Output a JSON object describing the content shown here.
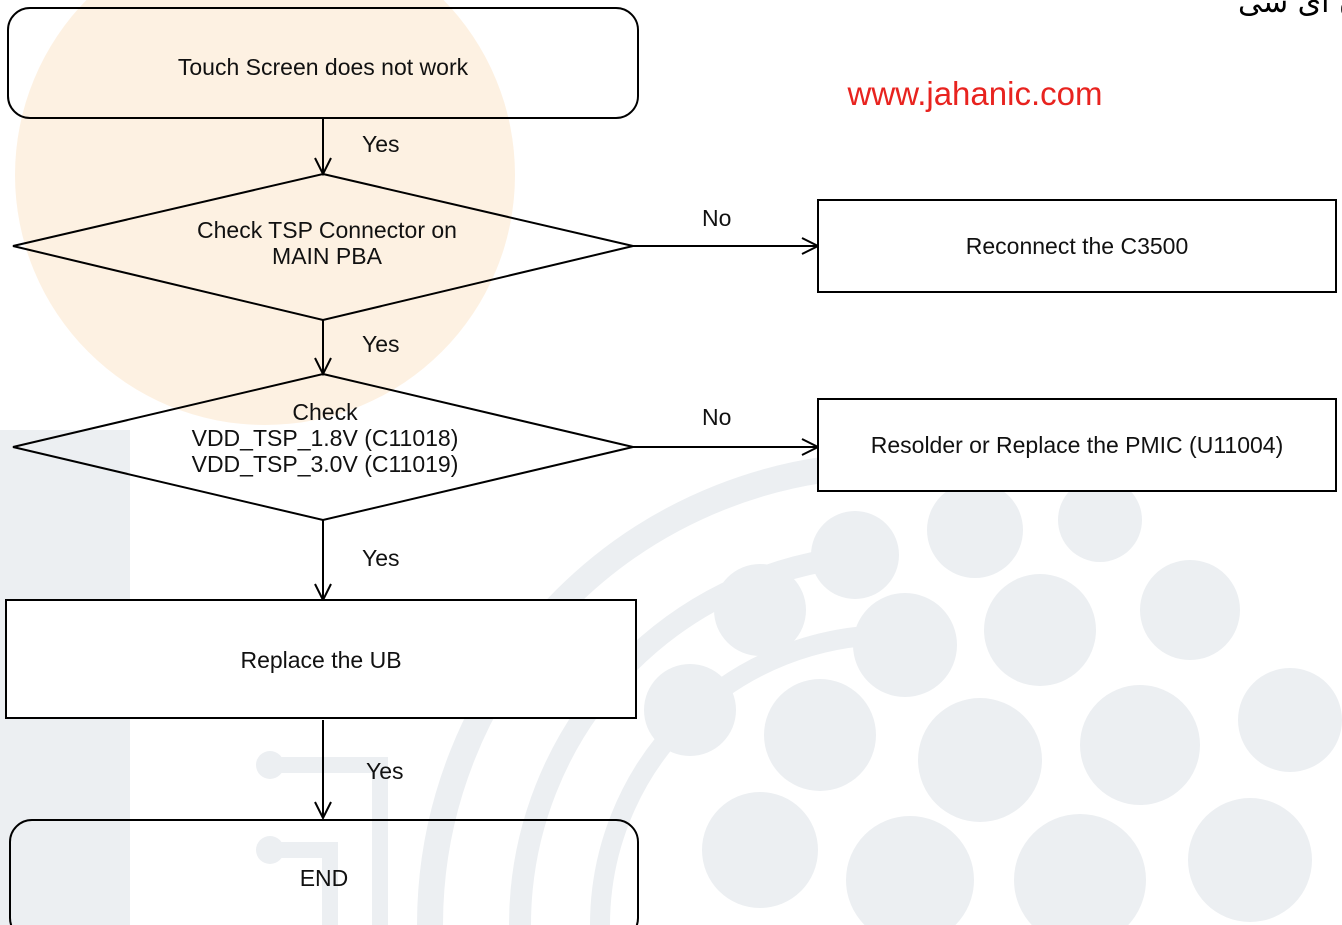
{
  "header_text": "تهیه شده در مجموعه جهان آی سی",
  "website": "www.jahanic.com",
  "colors": {
    "url": "#e8231f",
    "watermark_grey": "#eceff2",
    "watermark_orange": "#fdf1e2",
    "line": "#000000"
  },
  "nodes": {
    "start": {
      "label": "Touch Screen does not work"
    },
    "check_connector": {
      "lines": [
        "Check TSP Connector on",
        "MAIN PBA"
      ]
    },
    "reconnect": {
      "label": "Reconnect the C3500"
    },
    "check_voltage": {
      "lines": [
        "Check",
        "VDD_TSP_1.8V (C11018)",
        "VDD_TSP_3.0V (C11019)"
      ]
    },
    "resolder": {
      "label": "Resolder or Replace the PMIC (U11004)"
    },
    "replace_ub": {
      "label": "Replace the UB"
    },
    "end": {
      "label": "END"
    }
  },
  "edges": {
    "start_to_connector": "Yes",
    "connector_to_reconnect": "No",
    "connector_to_voltage": "Yes",
    "voltage_to_resolder": "No",
    "voltage_to_ub": "Yes",
    "ub_to_end": "Yes"
  }
}
